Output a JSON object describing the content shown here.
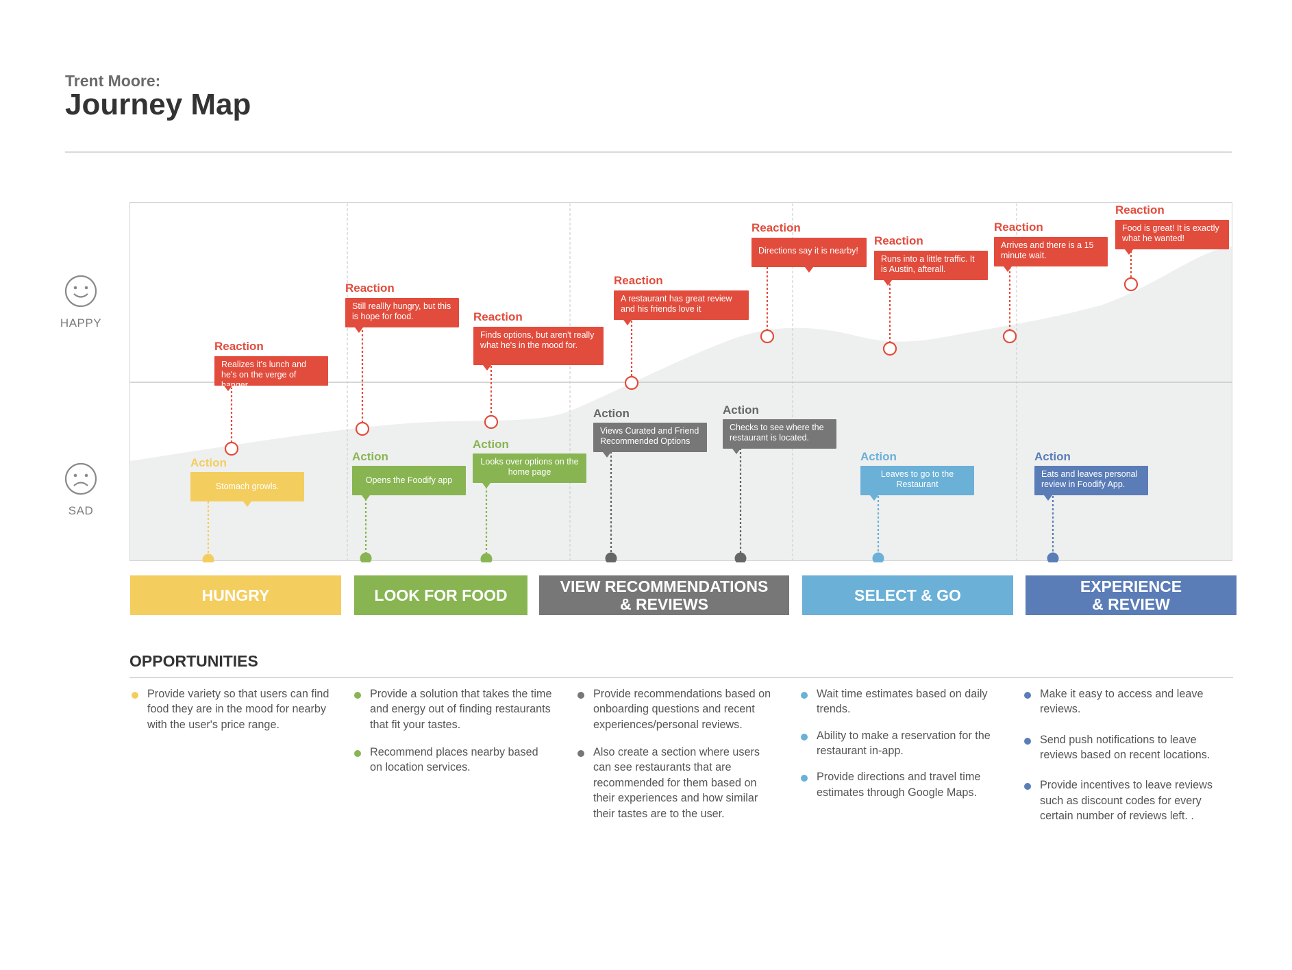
{
  "header": {
    "subtitle": "Trent Moore:",
    "title": "Journey Map"
  },
  "mood": {
    "happy_label": "HAPPY",
    "sad_label": "SAD"
  },
  "reaction_kind": "Reaction",
  "action_kind": "Action",
  "reactions": [
    {
      "text": "Realizes it's lunch and he's on the verge of hanger."
    },
    {
      "text": "Still reallly hungry, but this is hope for food."
    },
    {
      "text": "Finds options, but aren't really what he's in the mood for."
    },
    {
      "text": "A restaurant has great review and his friends love it"
    },
    {
      "text": "Directions say it is nearby!"
    },
    {
      "text": "Runs into a little traffic. It is Austin, afterall."
    },
    {
      "text": "Arrives and there is a 15 minute wait."
    },
    {
      "text": "Food is great! It is exactly what he wanted!"
    }
  ],
  "actions": [
    {
      "text": "Stomach growls.",
      "color": "yellow"
    },
    {
      "text": "Opens the Foodify app",
      "color": "green"
    },
    {
      "text": "Looks over options on the home page",
      "color": "green"
    },
    {
      "text": "Views Curated and Friend Recommended Options",
      "color": "gray"
    },
    {
      "text": "Checks to see where the restaurant is located.",
      "color": "gray"
    },
    {
      "text": "Leaves to go to the Restaurant",
      "color": "blue"
    },
    {
      "text": "Eats and leaves personal review in Foodify App.",
      "color": "navy"
    }
  ],
  "stages": [
    {
      "label": "HUNGRY",
      "color": "#f4cd5f"
    },
    {
      "label": "LOOK FOR FOOD",
      "color": "#88b552"
    },
    {
      "label": "VIEW RECOMMENDATIONS\n& REVIEWS",
      "color": "#777777"
    },
    {
      "label": "SELECT & GO",
      "color": "#6ab0d7"
    },
    {
      "label": "EXPERIENCE\n& REVIEW",
      "color": "#5b7db7"
    }
  ],
  "opportunities": {
    "heading": "OPPORTUNITIES",
    "columns": [
      {
        "color": "#f4cd5f",
        "items": [
          "Provide variety so that users can find food they are in the mood for nearby with the user's price range."
        ]
      },
      {
        "color": "#88b552",
        "items": [
          "Provide a solution that takes the time and energy out of finding restaurants that fit your tastes.",
          "Recommend places nearby based on location services."
        ]
      },
      {
        "color": "#777777",
        "items": [
          "Provide recommendations based on onboarding questions and recent experiences/personal reviews.",
          "Also create a section where users can see restaurants that are recommended for them based on their experiences and how similar their tastes are to the user."
        ]
      },
      {
        "color": "#6ab0d7",
        "items": [
          "Wait time estimates based on daily trends.",
          "Ability to make a reservation for the restaurant in-app.",
          "Provide directions and travel time estimates through Google Maps."
        ]
      },
      {
        "color": "#5b7db7",
        "items": [
          "Make it easy to access and leave reviews.",
          "Send push notifications to leave reviews based on recent locations.",
          "Provide incentives to leave reviews such as discount codes for every certain number of reviews left. ."
        ]
      }
    ]
  }
}
